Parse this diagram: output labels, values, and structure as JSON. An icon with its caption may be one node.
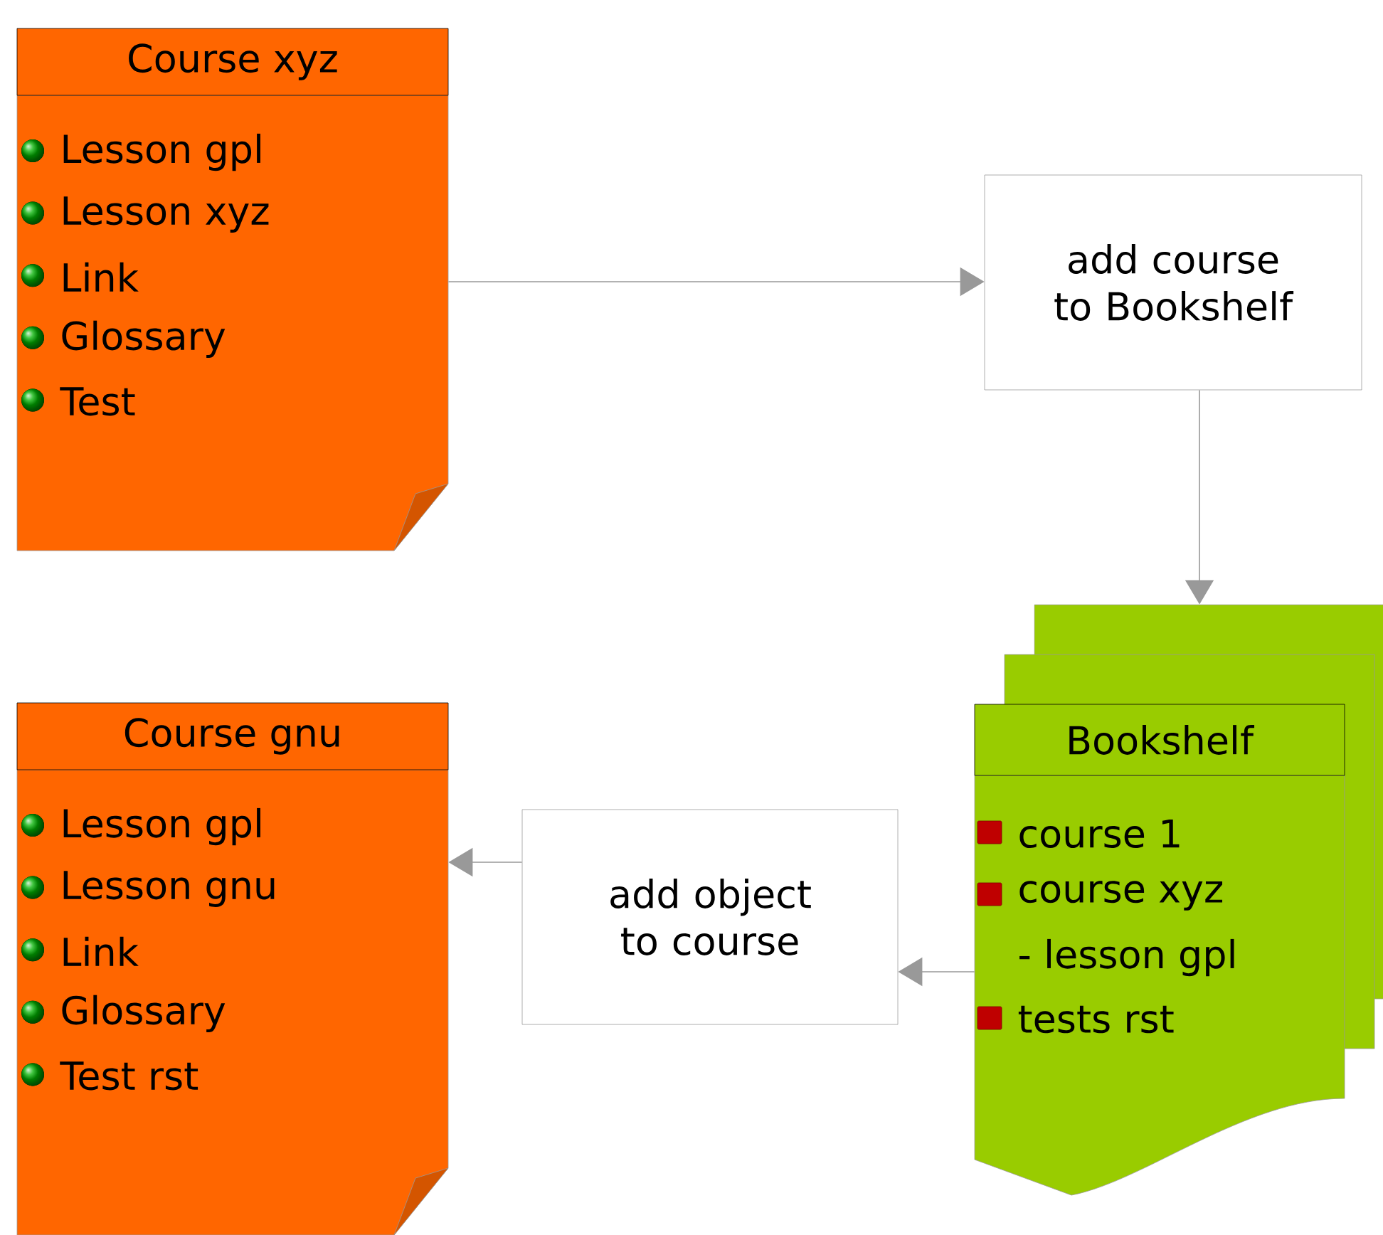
{
  "diagram": {
    "nodes": [
      {
        "text": [
          "Course xyz",
          "Lesson gpl",
          "Lesson xyz",
          "Link",
          "Glossary",
          "Test"
        ]
      },
      {
        "text": [
          "add course to Bookshelf"
        ]
      },
      {
        "text": [
          "Bookshelf",
          "course 1",
          "course xyz",
          "- lesson gpl",
          "tests rst"
        ]
      },
      {
        "text": [
          "add object to course"
        ]
      },
      {
        "text": [
          "Course gnu",
          "Lesson gpl",
          "Lesson gnu",
          "Link",
          "Glossary",
          "Test rst"
        ]
      }
    ],
    "edges": [
      {
        "from": 0,
        "to": 1,
        "arrow": "to"
      },
      {
        "from": 1,
        "to": 2,
        "arrow": "to"
      },
      {
        "from": 2,
        "to": 3,
        "arrow": "to"
      },
      {
        "from": 3,
        "to": 4,
        "arrow": "to"
      }
    ]
  }
}
